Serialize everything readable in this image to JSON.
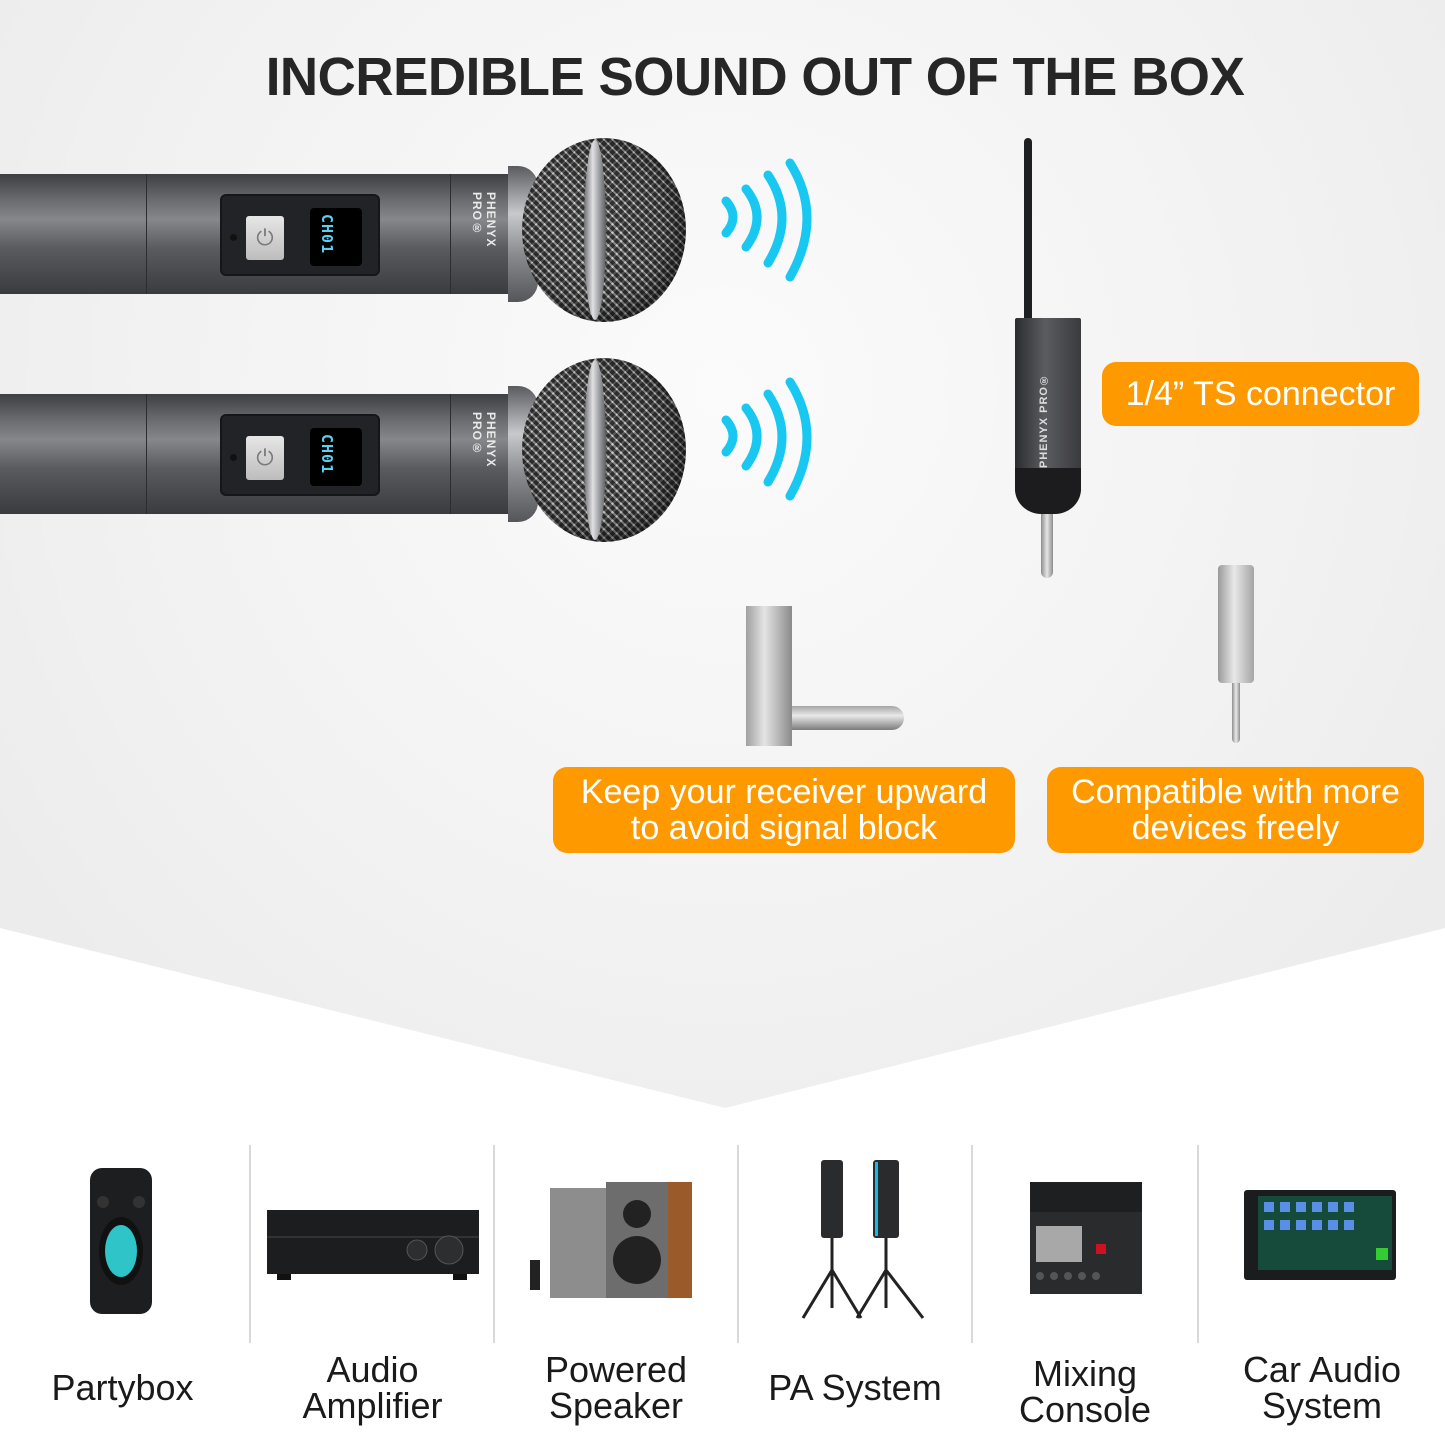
{
  "headline": "INCREDIBLE SOUND OUT OF THE BOX",
  "colors": {
    "accent_orange": "#ff9900",
    "wave_cyan": "#19c8f0",
    "headline_text": "#262626",
    "tag_text": "#ffffff"
  },
  "microphones": [
    {
      "brand": "PHENYX PRO®",
      "lcd": "CH01",
      "icons": [
        "power-button-icon",
        "battery-icon",
        "signal-icon"
      ]
    },
    {
      "brand": "PHENYX PRO®",
      "lcd": "CH01",
      "icons": [
        "power-button-icon",
        "battery-icon",
        "signal-icon"
      ]
    }
  ],
  "receiver": {
    "brand": "PHENYX PRO®"
  },
  "callouts": {
    "connector": "1/4” TS connector",
    "upward": {
      "line1": "Keep your receiver upward",
      "line2": "to avoid signal block"
    },
    "compatible": {
      "line1": "Compatible with more",
      "line2": "devices freely"
    }
  },
  "devices": [
    {
      "lines": [
        "Partybox"
      ],
      "icon": "partybox-speaker-image"
    },
    {
      "lines": [
        "Audio",
        "Amplifier"
      ],
      "icon": "audio-amplifier-image"
    },
    {
      "lines": [
        "Powered",
        "Speaker"
      ],
      "icon": "powered-speaker-image"
    },
    {
      "lines": [
        "PA System"
      ],
      "icon": "pa-system-image"
    },
    {
      "lines": [
        "Mixing",
        "Console"
      ],
      "icon": "mixing-console-image"
    },
    {
      "lines": [
        "Car Audio",
        "System"
      ],
      "icon": "car-audio-image"
    }
  ]
}
